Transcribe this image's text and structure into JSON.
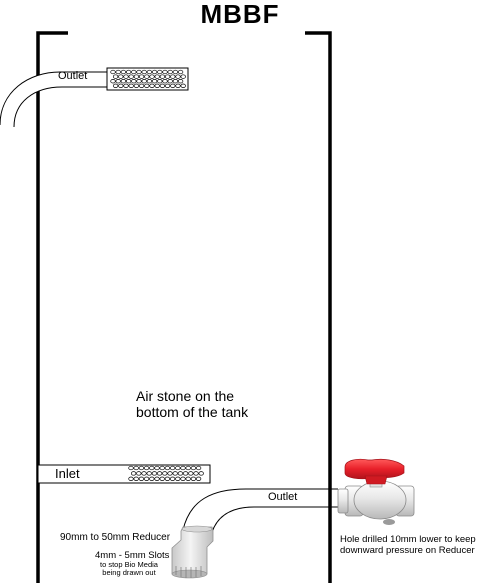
{
  "title": "MBBF",
  "labels": {
    "outlet_top": "Outlet",
    "air_stone_line1": "Air stone on the",
    "air_stone_line2": "bottom of the tank",
    "inlet": "Inlet",
    "outlet_bottom": "Outlet",
    "reducer": "90mm to 50mm Reducer",
    "slots": "4mm - 5mm Slots",
    "slots_note_line1": "to stop Bio Media",
    "slots_note_line2": "being drawn out",
    "hole_line1": "Hole drilled 10mm lower to keep",
    "hole_line2": "downward pressure on Reducer"
  },
  "colors": {
    "tank_wall": "#000000",
    "valve_handle": "#e8202a",
    "valve_body": "#e6e6e6",
    "reducer_body": "#e2e2e2"
  },
  "icons": {
    "valve": "ball-valve-icon",
    "reducer": "pipe-reducer-icon",
    "perforations": "slotted-pipe-icon"
  }
}
